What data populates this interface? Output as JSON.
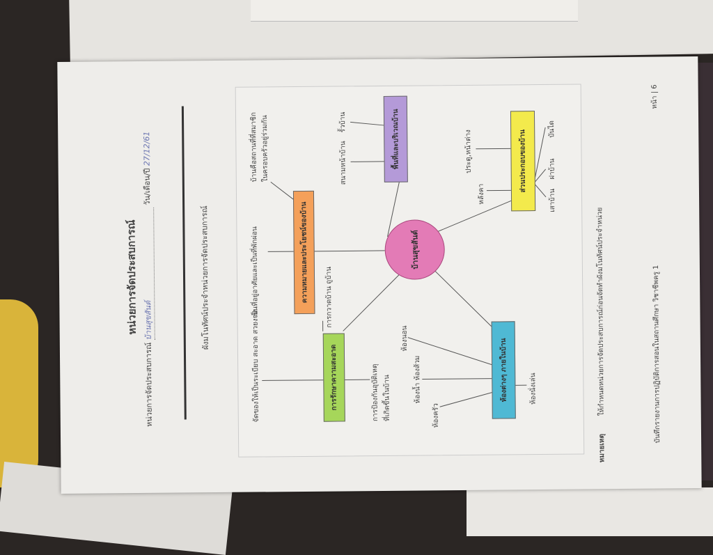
{
  "document": {
    "title": "หน่วยการจัดประสบการณ์",
    "unit_label": "หน่วยการจัดประสบการณ์",
    "unit_value": "บ้านสุขสันต์",
    "date_label": "วัน/เดือน/ปี",
    "date_value": "27/12/61",
    "subtitle": "ผังมโนทัศน์ประจำหน่วยการจัดประสบการณ์"
  },
  "mindmap": {
    "center": "บ้านสุขสันต์",
    "branches": [
      {
        "label": "ความหมายและประโยชน์ของบ้าน",
        "color": "#f4a05a",
        "leaves": [
          "เป็นที่อยู่อาศัยและเป็นที่พักผ่อน",
          "บ้านคือสถานที่ที่สมาชิก",
          "ในครอบครัวอยู่ร่วมกัน"
        ]
      },
      {
        "label": "พื้นที่และบริเวณบ้าน",
        "color": "#b49ad8",
        "leaves": [
          "สนามหน้าบ้าน",
          "รั้วบ้าน"
        ]
      },
      {
        "label": "ส่วนประกอบของบ้าน",
        "color": "#f3ea4c",
        "leaves": [
          "ประตู,หน้าต่าง",
          "หลังคา",
          "เสาบ้าน",
          "ฝาบ้าน",
          "บันได"
        ]
      },
      {
        "label": "ห้องต่างๆ ภายในบ้าน",
        "color": "#4fb9d4",
        "leaves": [
          "ห้องนอน",
          "ห้องน้ำ ห้องส้วม",
          "ห้องครัว",
          "ห้องนั่งเล่น"
        ]
      },
      {
        "label": "การรักษาความสะอาด",
        "color": "#a6d65a",
        "leaves": [
          "การกวาดบ้าน ถูบ้าน",
          "จัดของให้เป็นระเบียบ สะอาด สวยงาม",
          "การป้องกันอุบัติเหตุ",
          "ที่เกิดขึ้นในบ้าน"
        ]
      }
    ]
  },
  "footer": {
    "note_label": "หมายเหตุ",
    "note_text": "ให้กำหนดหน่วยการจัดประสบการณ์ก่อนจัดทำผังมโนทัศน์ประจำหน่วย",
    "report": "บันทึกรายงานการปฏิบัติการสอนในสถานศึกษา วิชาชีพครู 1",
    "page": "หน้า | 6"
  }
}
